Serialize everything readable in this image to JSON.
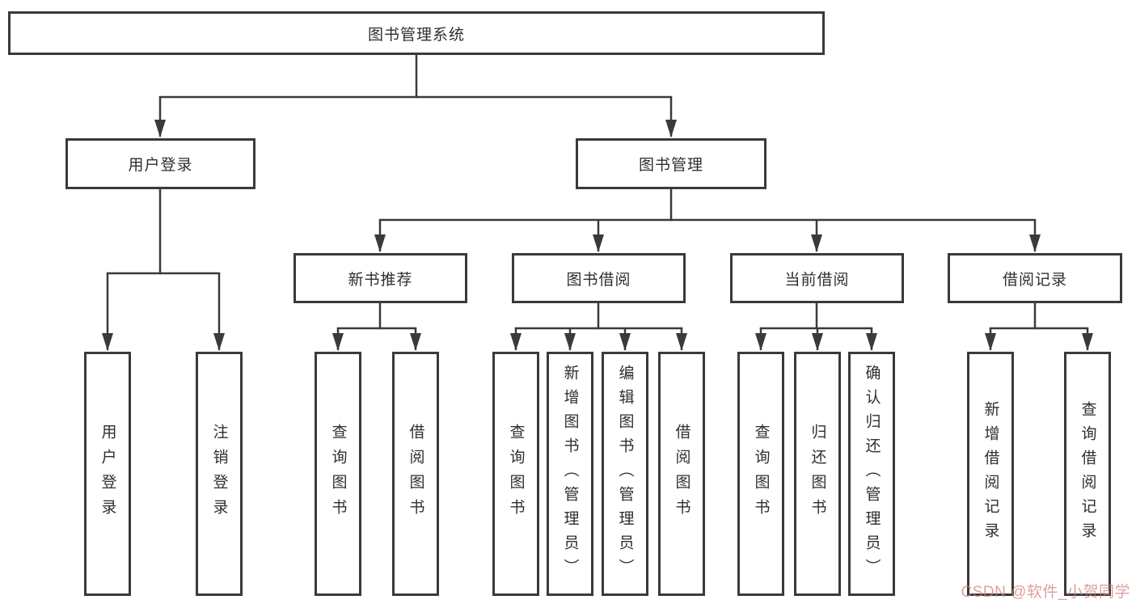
{
  "diagram": {
    "root": {
      "label": "图书管理系统"
    },
    "level2": [
      {
        "label": "用户登录"
      },
      {
        "label": "图书管理"
      }
    ],
    "level3": [
      {
        "label": "新书推荐"
      },
      {
        "label": "图书借阅"
      },
      {
        "label": "当前借阅"
      },
      {
        "label": "借阅记录"
      }
    ],
    "leaves": [
      {
        "label": "用户登录"
      },
      {
        "label": "注销登录"
      },
      {
        "label": "查询图书"
      },
      {
        "label": "借阅图书"
      },
      {
        "label": "查询图书"
      },
      {
        "label": "新增图书（管理员）"
      },
      {
        "label": "编辑图书（管理员）"
      },
      {
        "label": "借阅图书"
      },
      {
        "label": "查询图书"
      },
      {
        "label": "归还图书"
      },
      {
        "label": "确认归还（管理员）"
      },
      {
        "label": "新增借阅记录"
      },
      {
        "label": "查询借阅记录"
      }
    ],
    "watermark": "CSDN @软件_小贺同学",
    "colors": {
      "line": "#3a3a3a",
      "box_border": "#3a3a3a",
      "text": "#2f2f2f",
      "watermark_text": "#d17d7d",
      "background": "#ffffff"
    }
  }
}
